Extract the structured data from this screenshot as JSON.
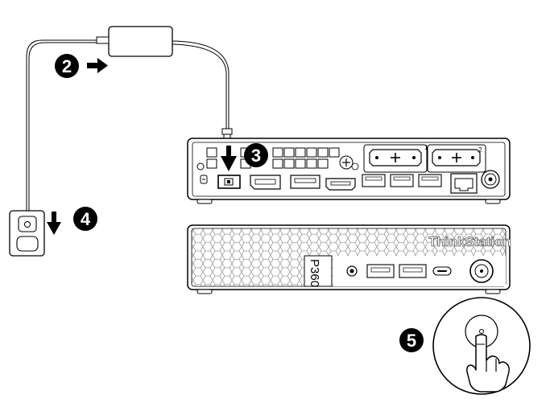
{
  "colors": {
    "line": "#000000",
    "badge": "#000000",
    "badge_text": "#ffffff",
    "background": "#ffffff"
  },
  "steps": [
    {
      "number": "2",
      "arrow": "right-arrow-icon"
    },
    {
      "number": "3",
      "arrow": "down-arrow-icon"
    },
    {
      "number": "4",
      "arrow": "down-arrow-icon"
    },
    {
      "number": "5",
      "arrow": ""
    }
  ],
  "front_panel": {
    "brand": "ThinkStation",
    "model": "P360"
  },
  "rear_panel": {
    "serial_port_labels": [
      "1",
      "2"
    ]
  },
  "icons": {
    "power_adapter": "power-adapter-icon",
    "wall_outlet": "wall-outlet-icon",
    "power_button": "power-button-icon",
    "hand": "pointing-hand-icon"
  }
}
